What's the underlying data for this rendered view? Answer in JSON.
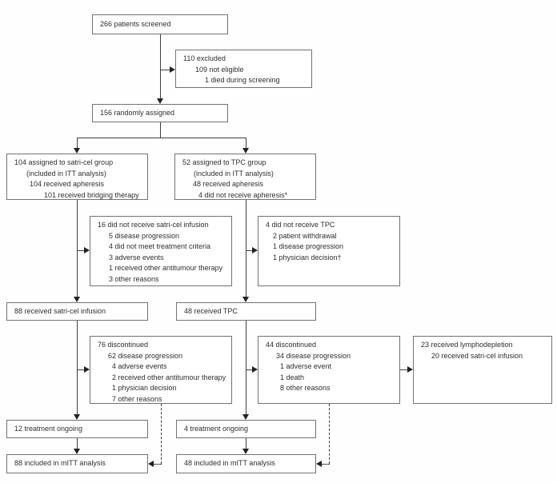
{
  "colors": {
    "line": "#3f3f41",
    "box_border": "#737376",
    "text": "#2e2e30",
    "background": "#fefefe",
    "arrow": "#222224"
  },
  "boxes": {
    "screened": {
      "lines": [
        {
          "text": "266 patients screened",
          "indent": 0
        }
      ]
    },
    "excluded": {
      "lines": [
        {
          "text": "110 excluded",
          "indent": 0
        },
        {
          "text": "109 not eligible",
          "indent": 15
        },
        {
          "text": "1 died during screening",
          "indent": 27
        }
      ]
    },
    "randomized": {
      "lines": [
        {
          "text": "156 randomly assigned",
          "indent": 0
        }
      ]
    },
    "satricel_group": {
      "lines": [
        {
          "text": "104 assigned to satri-cel group",
          "indent": 0
        },
        {
          "text": "(included in ITT analysis)",
          "indent": 15
        },
        {
          "text": "104 received apheresis",
          "indent": 19
        },
        {
          "text": "101 received bridging therapy",
          "indent": 37
        }
      ]
    },
    "tpc_group": {
      "lines": [
        {
          "text": "52 assigned to TPC group",
          "indent": 0
        },
        {
          "text": "(included in ITT analysis)",
          "indent": 14
        },
        {
          "text": "48 received apheresis",
          "indent": 13
        },
        {
          "text": "4 did not receive apheresis*",
          "indent": 20
        }
      ]
    },
    "satricel_not_infused": {
      "lines": [
        {
          "text": "16 did not receive satri-cel infusion",
          "indent": 0
        },
        {
          "text": "5 disease progression",
          "indent": 14
        },
        {
          "text": "4 did not meet treatment criteria",
          "indent": 14
        },
        {
          "text": "3 adverse events",
          "indent": 14
        },
        {
          "text": "1 received other antitumour therapy",
          "indent": 14
        },
        {
          "text": "3 other reasons",
          "indent": 14
        }
      ]
    },
    "tpc_not_received": {
      "lines": [
        {
          "text": "4 did not receive TPC",
          "indent": 0
        },
        {
          "text": "2 patient withdrawal",
          "indent": 9
        },
        {
          "text": "1 disease progression",
          "indent": 9
        },
        {
          "text": "1 physician decision†",
          "indent": 9
        }
      ]
    },
    "satricel_infused": {
      "lines": [
        {
          "text": "88 received satri-cel infusion",
          "indent": 0
        }
      ]
    },
    "tpc_received": {
      "lines": [
        {
          "text": "48 received TPC",
          "indent": 0
        }
      ]
    },
    "satricel_discontinued": {
      "lines": [
        {
          "text": "76 discontinued",
          "indent": 0
        },
        {
          "text": "62 disease progression",
          "indent": 13
        },
        {
          "text": "4 adverse events",
          "indent": 18
        },
        {
          "text": "2 received other antitumour therapy",
          "indent": 18
        },
        {
          "text": "1 physician decision",
          "indent": 18
        },
        {
          "text": "7 other reasons",
          "indent": 18
        }
      ]
    },
    "tpc_discontinued": {
      "lines": [
        {
          "text": "44 discontinued",
          "indent": 0
        },
        {
          "text": "34 disease progression",
          "indent": 13
        },
        {
          "text": "1 adverse event",
          "indent": 18
        },
        {
          "text": "1 death",
          "indent": 18
        },
        {
          "text": "8 other reasons",
          "indent": 18
        }
      ]
    },
    "lymphodepletion": {
      "lines": [
        {
          "text": "23 received lymphodepletion",
          "indent": 0
        },
        {
          "text": "20 received satri-cel infusion",
          "indent": 13
        }
      ]
    },
    "satricel_ongoing": {
      "lines": [
        {
          "text": "12 treatment ongoing",
          "indent": 0
        }
      ]
    },
    "tpc_ongoing": {
      "lines": [
        {
          "text": "4 treatment ongoing",
          "indent": 0
        }
      ]
    },
    "satricel_mitt": {
      "lines": [
        {
          "text": "88 included in mITT analysis",
          "indent": 0
        }
      ]
    },
    "tpc_mitt": {
      "lines": [
        {
          "text": "48 included in mITT analysis",
          "indent": 0
        }
      ]
    }
  }
}
